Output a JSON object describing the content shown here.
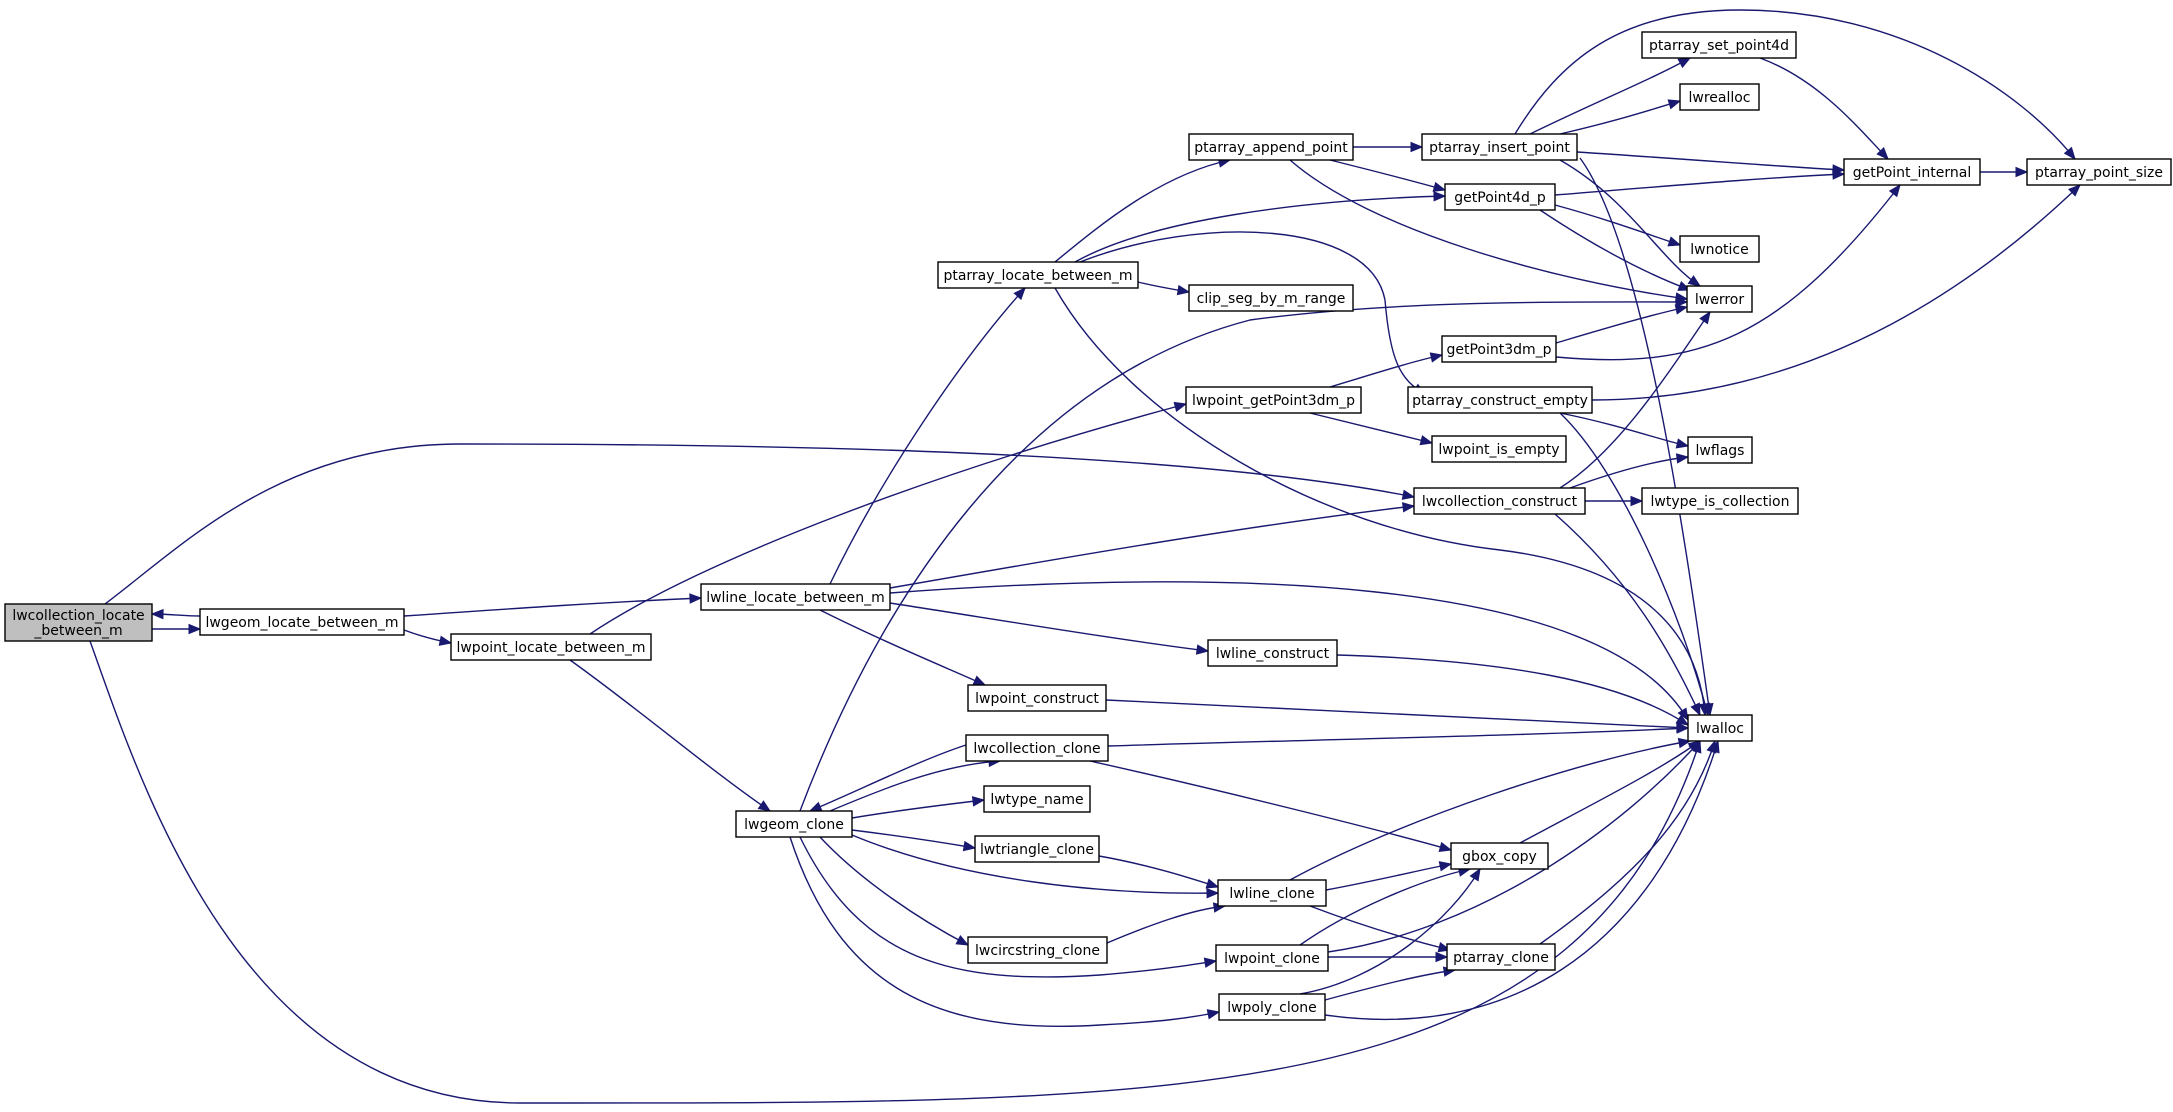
{
  "nodes": {
    "lwcollection_locate_between_m": {
      "lines": [
        "lwcollection_locate",
        "_between_m"
      ],
      "highlighted": true
    },
    "lwgeom_locate_between_m": {
      "lines": [
        "lwgeom_locate_between_m"
      ]
    },
    "lwline_locate_between_m": {
      "lines": [
        "lwline_locate_between_m"
      ]
    },
    "lwpoint_locate_between_m": {
      "lines": [
        "lwpoint_locate_between_m"
      ]
    },
    "ptarray_locate_between_m": {
      "lines": [
        "ptarray_locate_between_m"
      ]
    },
    "lwgeom_clone": {
      "lines": [
        "lwgeom_clone"
      ]
    },
    "ptarray_append_point": {
      "lines": [
        "ptarray_append_point"
      ]
    },
    "clip_seg_by_m_range": {
      "lines": [
        "clip_seg_by_m_range"
      ]
    },
    "lwpoint_getPoint3dm_p": {
      "lines": [
        "lwpoint_getPoint3dm_p"
      ]
    },
    "lwpoint_construct": {
      "lines": [
        "lwpoint_construct"
      ]
    },
    "lwcollection_clone": {
      "lines": [
        "lwcollection_clone"
      ]
    },
    "lwtype_name": {
      "lines": [
        "lwtype_name"
      ]
    },
    "lwtriangle_clone": {
      "lines": [
        "lwtriangle_clone"
      ]
    },
    "lwcircstring_clone": {
      "lines": [
        "lwcircstring_clone"
      ]
    },
    "lwline_construct": {
      "lines": [
        "lwline_construct"
      ]
    },
    "lwline_clone": {
      "lines": [
        "lwline_clone"
      ]
    },
    "lwpoint_clone": {
      "lines": [
        "lwpoint_clone"
      ]
    },
    "lwpoly_clone": {
      "lines": [
        "lwpoly_clone"
      ]
    },
    "ptarray_insert_point": {
      "lines": [
        "ptarray_insert_point"
      ]
    },
    "getPoint4d_p": {
      "lines": [
        "getPoint4d_p"
      ]
    },
    "getPoint3dm_p": {
      "lines": [
        "getPoint3dm_p"
      ]
    },
    "ptarray_construct_empty": {
      "lines": [
        "ptarray_construct_empty"
      ]
    },
    "lwpoint_is_empty": {
      "lines": [
        "lwpoint_is_empty"
      ]
    },
    "lwcollection_construct": {
      "lines": [
        "lwcollection_construct"
      ]
    },
    "gbox_copy": {
      "lines": [
        "gbox_copy"
      ]
    },
    "ptarray_clone": {
      "lines": [
        "ptarray_clone"
      ]
    },
    "ptarray_set_point4d": {
      "lines": [
        "ptarray_set_point4d"
      ]
    },
    "lwrealloc": {
      "lines": [
        "lwrealloc"
      ]
    },
    "lwnotice": {
      "lines": [
        "lwnotice"
      ]
    },
    "lwerror": {
      "lines": [
        "lwerror"
      ]
    },
    "lwflags": {
      "lines": [
        "lwflags"
      ]
    },
    "lwtype_is_collection": {
      "lines": [
        "lwtype_is_collection"
      ]
    },
    "lwalloc": {
      "lines": [
        "lwalloc"
      ]
    },
    "getPoint_internal": {
      "lines": [
        "getPoint_internal"
      ]
    },
    "ptarray_point_size": {
      "lines": [
        "ptarray_point_size"
      ]
    }
  },
  "edges": [
    [
      "lwcollection_locate_between_m",
      "lwgeom_locate_between_m"
    ],
    [
      "lwgeom_locate_between_m",
      "lwcollection_locate_between_m"
    ],
    [
      "lwcollection_locate_between_m",
      "lwcollection_construct"
    ],
    [
      "lwcollection_locate_between_m",
      "lwalloc"
    ],
    [
      "lwgeom_locate_between_m",
      "lwline_locate_between_m"
    ],
    [
      "lwgeom_locate_between_m",
      "lwpoint_locate_between_m"
    ],
    [
      "lwline_locate_between_m",
      "ptarray_locate_between_m"
    ],
    [
      "lwline_locate_between_m",
      "lwcollection_construct"
    ],
    [
      "lwline_locate_between_m",
      "lwline_construct"
    ],
    [
      "lwline_locate_between_m",
      "lwpoint_construct"
    ],
    [
      "lwline_locate_between_m",
      "lwalloc"
    ],
    [
      "lwpoint_locate_between_m",
      "lwpoint_getPoint3dm_p"
    ],
    [
      "lwpoint_locate_between_m",
      "lwgeom_clone"
    ],
    [
      "ptarray_locate_between_m",
      "ptarray_append_point"
    ],
    [
      "ptarray_locate_between_m",
      "getPoint4d_p"
    ],
    [
      "ptarray_locate_between_m",
      "clip_seg_by_m_range"
    ],
    [
      "ptarray_locate_between_m",
      "ptarray_construct_empty"
    ],
    [
      "ptarray_locate_between_m",
      "lwalloc"
    ],
    [
      "ptarray_append_point",
      "ptarray_insert_point"
    ],
    [
      "ptarray_append_point",
      "getPoint4d_p"
    ],
    [
      "ptarray_append_point",
      "lwerror"
    ],
    [
      "ptarray_insert_point",
      "ptarray_set_point4d"
    ],
    [
      "ptarray_insert_point",
      "lwrealloc"
    ],
    [
      "ptarray_insert_point",
      "getPoint_internal"
    ],
    [
      "ptarray_insert_point",
      "lwerror"
    ],
    [
      "ptarray_insert_point",
      "lwalloc"
    ],
    [
      "ptarray_insert_point",
      "ptarray_point_size"
    ],
    [
      "ptarray_set_point4d",
      "getPoint_internal"
    ],
    [
      "getPoint4d_p",
      "getPoint_internal"
    ],
    [
      "getPoint4d_p",
      "lwnotice"
    ],
    [
      "getPoint4d_p",
      "lwerror"
    ],
    [
      "getPoint_internal",
      "ptarray_point_size"
    ],
    [
      "lwpoint_getPoint3dm_p",
      "getPoint3dm_p"
    ],
    [
      "lwpoint_getPoint3dm_p",
      "lwpoint_is_empty"
    ],
    [
      "getPoint3dm_p",
      "lwerror"
    ],
    [
      "getPoint3dm_p",
      "getPoint_internal"
    ],
    [
      "ptarray_construct_empty",
      "lwflags"
    ],
    [
      "ptarray_construct_empty",
      "lwalloc"
    ],
    [
      "ptarray_construct_empty",
      "ptarray_point_size"
    ],
    [
      "lwcollection_construct",
      "lwerror"
    ],
    [
      "lwcollection_construct",
      "lwflags"
    ],
    [
      "lwcollection_construct",
      "lwtype_is_collection"
    ],
    [
      "lwcollection_construct",
      "lwalloc"
    ],
    [
      "lwline_construct",
      "lwalloc"
    ],
    [
      "lwpoint_construct",
      "lwalloc"
    ],
    [
      "lwgeom_clone",
      "lwerror"
    ],
    [
      "lwgeom_clone",
      "lwcollection_clone"
    ],
    [
      "lwcollection_clone",
      "lwgeom_clone"
    ],
    [
      "lwgeom_clone",
      "lwtype_name"
    ],
    [
      "lwgeom_clone",
      "lwtriangle_clone"
    ],
    [
      "lwgeom_clone",
      "lwline_clone"
    ],
    [
      "lwgeom_clone",
      "lwcircstring_clone"
    ],
    [
      "lwgeom_clone",
      "lwpoint_clone"
    ],
    [
      "lwgeom_clone",
      "lwpoly_clone"
    ],
    [
      "lwcollection_clone",
      "lwalloc"
    ],
    [
      "lwcollection_clone",
      "gbox_copy"
    ],
    [
      "lwtriangle_clone",
      "lwline_clone"
    ],
    [
      "lwcircstring_clone",
      "lwline_clone"
    ],
    [
      "lwline_clone",
      "lwalloc"
    ],
    [
      "lwline_clone",
      "gbox_copy"
    ],
    [
      "lwline_clone",
      "ptarray_clone"
    ],
    [
      "lwpoint_clone",
      "gbox_copy"
    ],
    [
      "lwpoint_clone",
      "lwalloc"
    ],
    [
      "lwpoint_clone",
      "ptarray_clone"
    ],
    [
      "lwpoly_clone",
      "gbox_copy"
    ],
    [
      "lwpoly_clone",
      "ptarray_clone"
    ],
    [
      "lwpoly_clone",
      "lwalloc"
    ],
    [
      "gbox_copy",
      "lwalloc"
    ],
    [
      "ptarray_clone",
      "lwalloc"
    ]
  ]
}
